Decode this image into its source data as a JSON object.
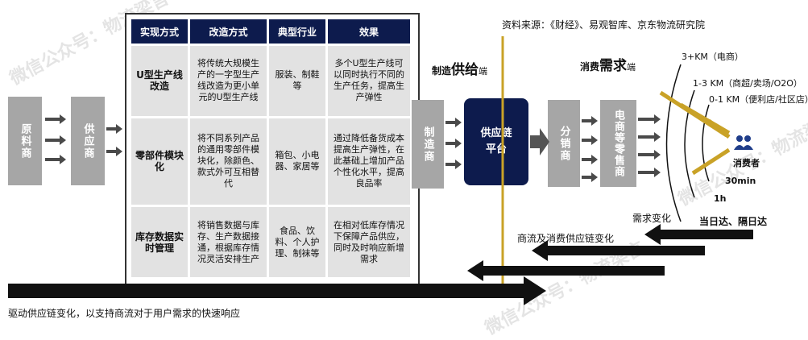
{
  "source": "资料来源：《财经》、易观智库、京东物流研究院",
  "left_boxes": {
    "raw": "原料商",
    "supplier": "供应商"
  },
  "table": {
    "headers": [
      "实现方式",
      "改造方式",
      "典型行业",
      "效果"
    ],
    "rows": [
      [
        "U型生产线改造",
        "将传统大规模生产的一字型生产线改造为更小单元的U型生产线",
        "服装、制鞋等",
        "多个U型生产线可以同时执行不同的生产任务，提高生产弹性"
      ],
      [
        "零部件模块化",
        "将不同系列产品的通用零部件模块化，除颜色、款式外可互相替代",
        "箱包、小电器、家居等",
        "通过降低备货成本提高生产弹性，在此基础上增加产品个性化水平，提高良品率"
      ],
      [
        "库存数据实时管理",
        "将销售数据与库存、生产数据接通，根据库存情况灵活安排生产",
        "食品、饮料、个人护理、制袜等",
        "在相对低库存情况下保障产品供应，同时及时响应新增需求"
      ]
    ]
  },
  "manufacturer": "制造商",
  "supply_side": {
    "prefix": "制造",
    "main": "供给",
    "suffix": "端"
  },
  "demand_side": {
    "prefix": "消费",
    "main": "需求",
    "suffix": "端"
  },
  "platform": {
    "line1": "供应链",
    "line2": "平台"
  },
  "distributor": "分销商",
  "retailer": "电商等零售商",
  "ranges": {
    "r3": "3+KM（电商）",
    "r1_3": "1-3 KM（商超/卖场/O2O）",
    "r0_1": "0-1 KM（便利店/社区店）"
  },
  "consumer": "消费者",
  "time_30": "30min",
  "time_1h": "1h",
  "arrows": {
    "a1_left": "需求变化",
    "a1_right": "当日达、隔日达",
    "a2": "商流及消费供应链变化",
    "a3": "",
    "a4": ""
  },
  "footer": "驱动供应链变化，以支持商流对于用户需求的快速响应",
  "watermark": "微信公众号：物流梁言",
  "colors": {
    "navy": "#0d1b4d",
    "gold": "#c9a227",
    "gray": "#a6a6a6"
  },
  "icons": [
    "consumer-people-icon"
  ]
}
